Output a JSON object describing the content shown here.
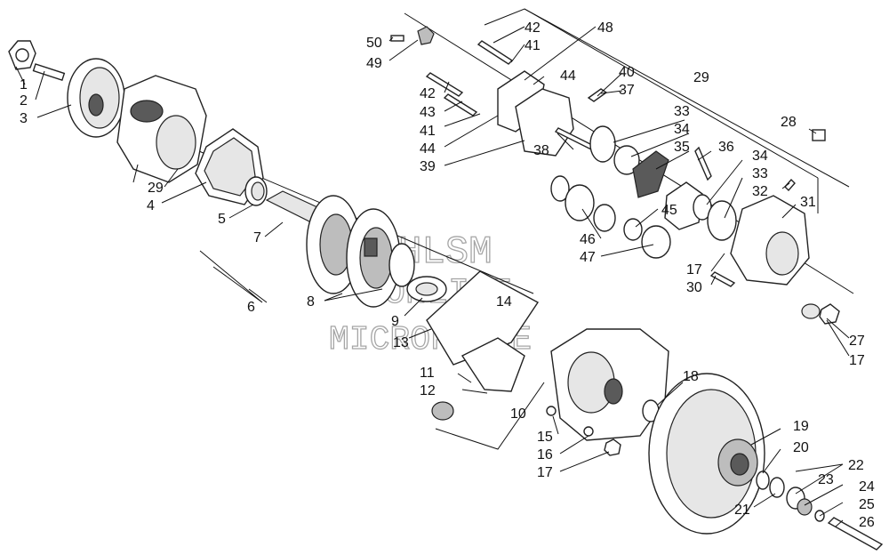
{
  "watermark": {
    "line1": "HLSM",
    "line2": "ONLINE",
    "line3": "MICROFICHE"
  },
  "callouts": {
    "c1": "1",
    "c2": "2",
    "c3": "3",
    "c4": "4",
    "c5": "5",
    "c6": "6",
    "c7": "7",
    "c8": "8",
    "c9": "9",
    "c10": "10",
    "c11": "11",
    "c12": "12",
    "c13": "13",
    "c14": "14",
    "c15": "15",
    "c16": "16",
    "c17a": "17",
    "c17b": "17",
    "c17c": "17",
    "c18": "18",
    "c19": "19",
    "c20": "20",
    "c21": "21",
    "c22": "22",
    "c23": "23",
    "c24": "24",
    "c25": "25",
    "c26": "26",
    "c27": "27",
    "c28": "28",
    "c29a": "29",
    "c29b": "29",
    "c30": "30",
    "c31": "31",
    "c32": "32",
    "c33a": "33",
    "c33b": "33",
    "c34a": "34",
    "c34b": "34",
    "c35": "35",
    "c36": "36",
    "c37": "37",
    "c38": "38",
    "c39": "39",
    "c40": "40",
    "c41a": "41",
    "c41b": "41",
    "c42a": "42",
    "c42b": "42",
    "c43": "43",
    "c44a": "44",
    "c44b": "44",
    "c45": "45",
    "c46": "46",
    "c47": "47",
    "c48": "48",
    "c49": "49",
    "c50": "50"
  }
}
